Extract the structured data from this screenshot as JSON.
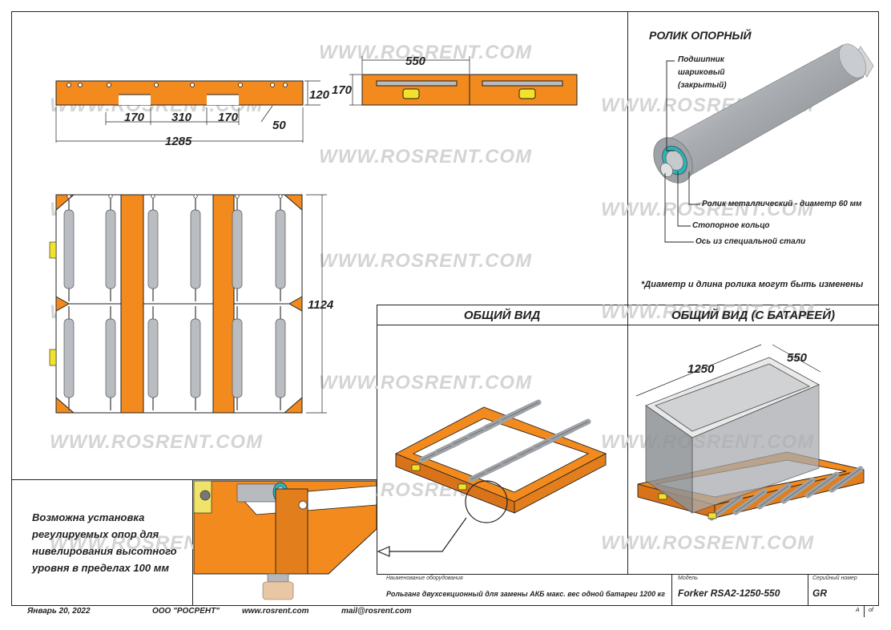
{
  "watermark": "WWW.ROSRENT.COM",
  "dimensions": {
    "d550_top": "550",
    "d170_side": "170",
    "d120": "120",
    "d170_a": "170",
    "d310": "310",
    "d170_b": "170",
    "d50": "50",
    "d1285": "1285",
    "d1124": "1124",
    "d1250": "1250",
    "d550_iso": "550"
  },
  "roller": {
    "title": "РОЛИК ОПОРНЫЙ",
    "bearing_l1": "Подшипник",
    "bearing_l2": "шариковый",
    "bearing_l3": "(закрытый)",
    "metal_roller": "Ролик металлический - диаметр 60 мм",
    "retaining_ring": "Стопорное кольцо",
    "axle": "Ось из специальной стали",
    "note": "*Диаметр и длина ролика могут быть изменены"
  },
  "views": {
    "general": "ОБЩИЙ ВИД",
    "general_battery": "ОБЩИЙ ВИД (С БАТАРЕЕЙ)"
  },
  "adjust_note": {
    "l1": "Возможна установка",
    "l2": "регулируемых опор для",
    "l3": "нивелирования высотного",
    "l4": "уровня в пределах 100 мм"
  },
  "title_block": {
    "equipment_label": "Наименование оборудования",
    "equipment_value": "Рольганг двухсекционный для замены АКБ макс. вес одной батареи 1200 кг",
    "model_label": "Модель",
    "model_value": "Forker RSA2-1250-550",
    "serial_label": "Серийный номер",
    "serial_value": "GR"
  },
  "footer": {
    "date": "Январь 20, 2022",
    "company": "ООО \"РОСРЕНТ\"",
    "site": "www.rosrent.com",
    "mail": "mail@rosrent.com",
    "sheet_a": "A",
    "sheet_of": "of"
  },
  "colors": {
    "orange": "#f28a1e",
    "roller_gray": "#b9bcc0",
    "line": "#222222"
  }
}
